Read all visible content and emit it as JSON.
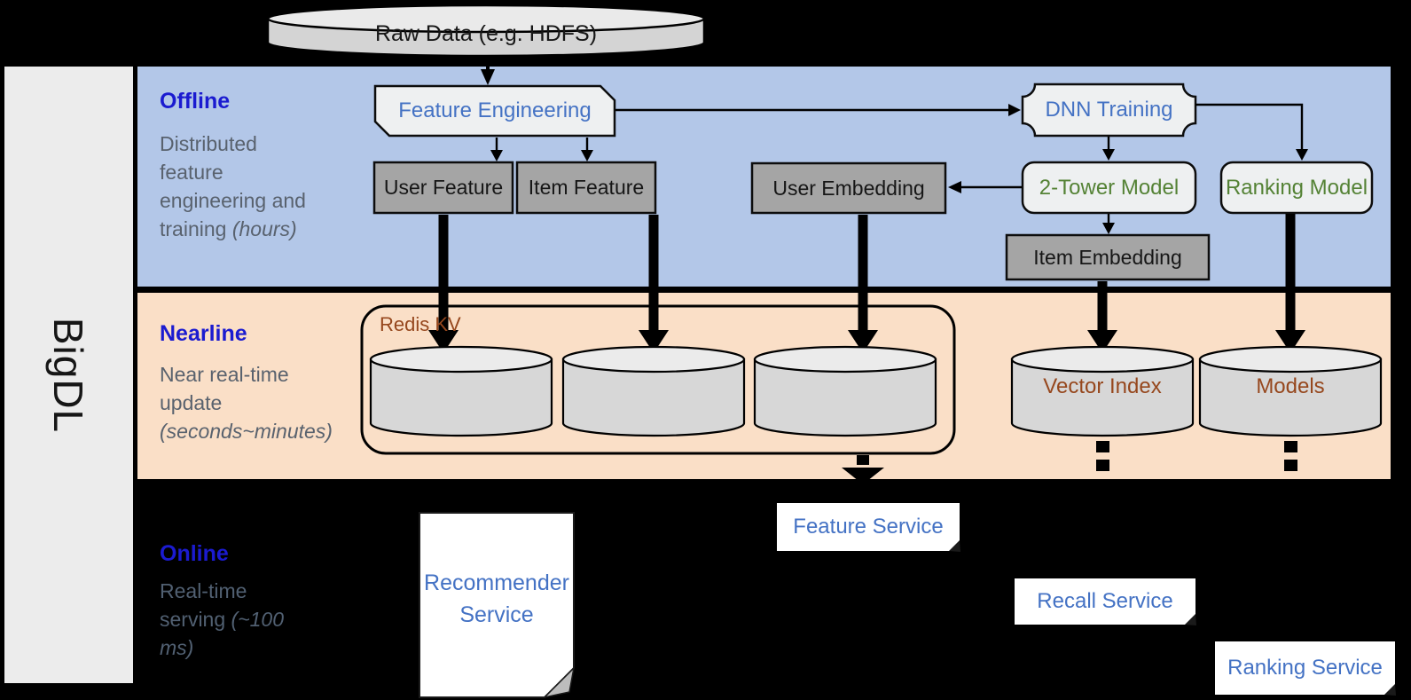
{
  "palette": {
    "background": "#000000",
    "offline_band": "#b3c7e8",
    "nearline_band": "#fadfc7",
    "sidebar_gray": "#ececec",
    "node_light_fill": "#eef0f1",
    "node_dark_fill": "#a5a5a5",
    "cylinder_fill": "#d7d7d7",
    "section_title_blue": "#1b1bd0",
    "node_label_blue": "#4472c4",
    "model_label_green": "#548235",
    "storage_label_brown": "#96471d",
    "desc_gray": "#59626e"
  },
  "sidebar": {
    "logo": "BigDL"
  },
  "raw_data": {
    "label": "Raw Data (e.g. HDFS)"
  },
  "bands": {
    "offline": {
      "title": "Offline",
      "desc": "Distributed feature engineering and training",
      "desc_em": "(hours)"
    },
    "nearline": {
      "title": "Nearline",
      "desc": "Near real-time update",
      "desc_em": "(seconds~minutes)"
    },
    "online": {
      "title": "Online",
      "desc": "Real-time serving",
      "desc_em": "(~100 ms)"
    }
  },
  "nodes": {
    "feature_engineering": "Feature Engineering",
    "dnn_training": "DNN Training",
    "user_feature": "User Feature",
    "item_feature": "Item Feature",
    "user_embedding": "User Embedding",
    "two_tower_model": "2-Tower Model",
    "ranking_model": "Ranking Model",
    "item_embedding": "Item Embedding",
    "redis_kv": "Redis KV",
    "vector_index": "Vector Index",
    "models": "Models",
    "recommender_service": "Recommender Service",
    "feature_service": "Feature Service",
    "recall_service": "Recall Service",
    "ranking_service": "Ranking Service"
  }
}
